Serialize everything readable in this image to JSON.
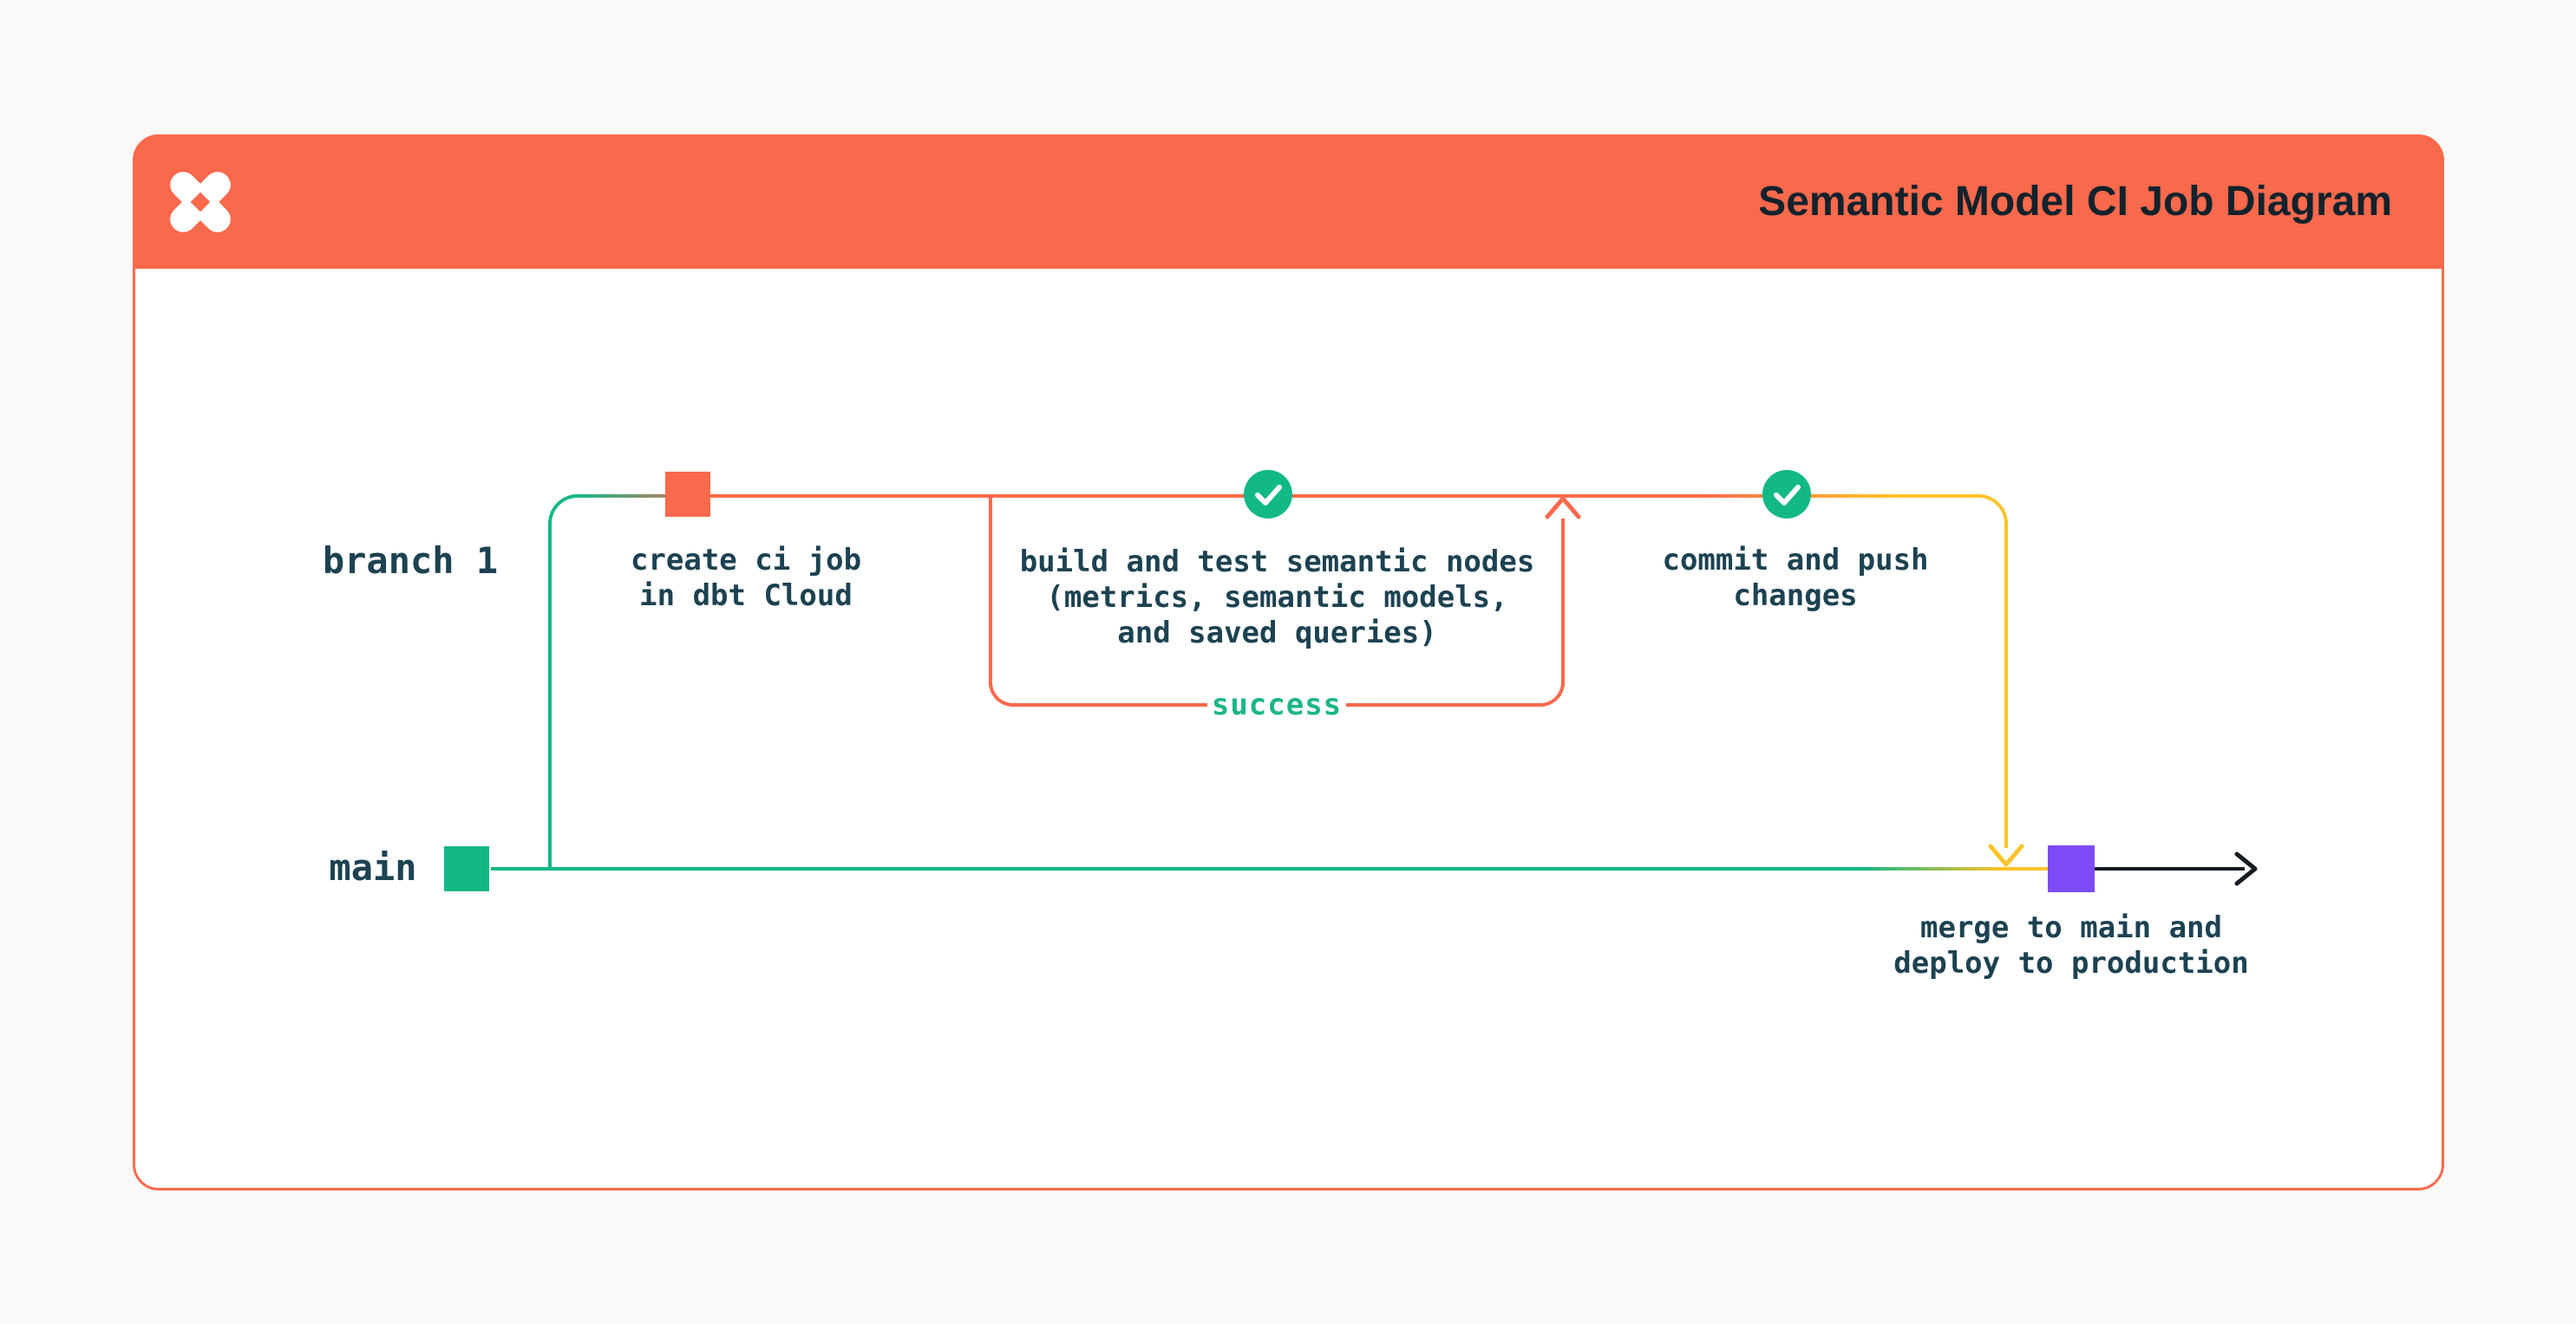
{
  "header": {
    "title": "Semantic Model CI Job Diagram",
    "logo_icon": "dbt-logo",
    "bg_color": "#f9694c",
    "title_color": "#12222c"
  },
  "diagram": {
    "lanes": {
      "branch": "branch 1",
      "main": "main"
    },
    "steps": {
      "create": {
        "line1": "create ci job",
        "line2": "in dbt Cloud"
      },
      "build": {
        "line1": "build and test semantic nodes",
        "line2": "(metrics, semantic models,",
        "line3": "and saved queries)"
      },
      "success_label": "success",
      "commit": {
        "line1": "commit and push",
        "line2": "changes"
      },
      "merge": {
        "line1": "merge to main and",
        "line2": "deploy to production"
      }
    },
    "icons": {
      "check": "check-icon",
      "create_node": "orange-commit-square",
      "main_start_node": "green-commit-square",
      "merge_node": "purple-commit-square"
    },
    "colors": {
      "orange": "#f9694c",
      "green": "#12b886",
      "yellow": "#fcc32b",
      "purple": "#7c4bf7",
      "ink": "#1c4252",
      "success_green": "#1db587",
      "arrow_black": "#161b22",
      "page_bg": "#faf9f7",
      "card_bg": "#ffffff"
    }
  }
}
